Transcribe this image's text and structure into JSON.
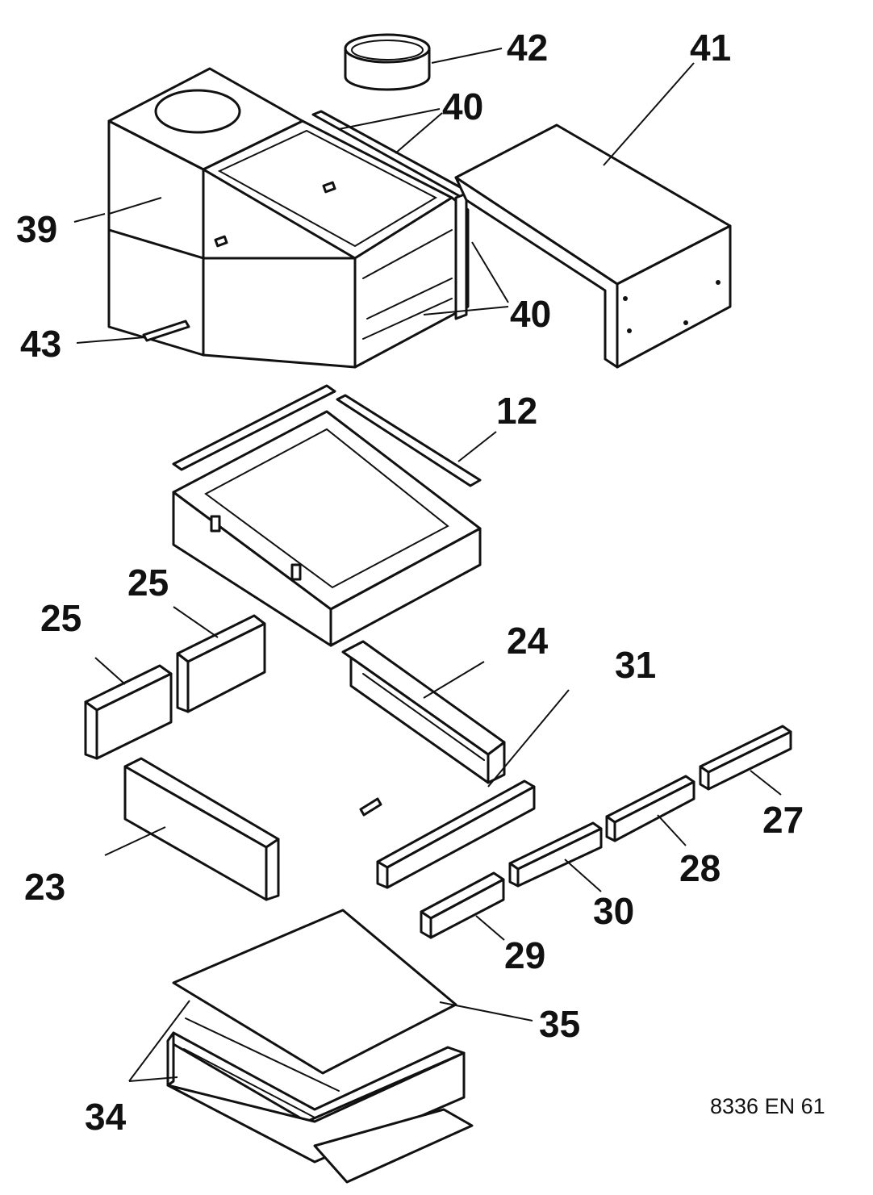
{
  "labels": {
    "l42": "42",
    "l41": "41",
    "l40a": "40",
    "l40b": "40",
    "l39": "39",
    "l43": "43",
    "l12": "12",
    "l25a": "25",
    "l25b": "25",
    "l24": "24",
    "l31": "31",
    "l27": "27",
    "l28": "28",
    "l30": "30",
    "l23": "23",
    "l29": "29",
    "l35": "35",
    "l34": "34"
  },
  "reference": "8336 EN 61",
  "colors": {
    "line": "#111111",
    "background": "#ffffff"
  }
}
